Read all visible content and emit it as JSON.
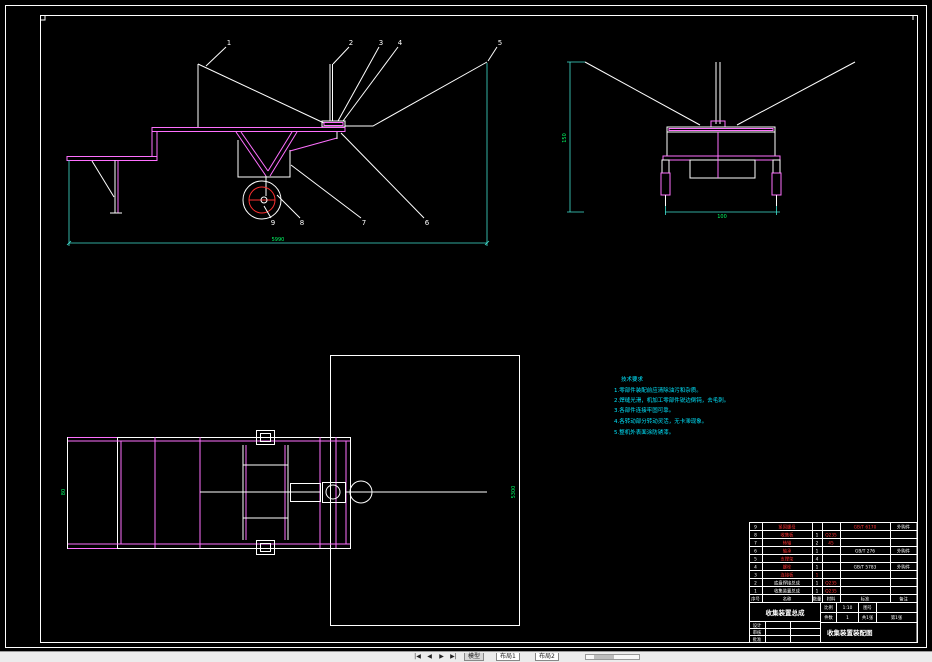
{
  "colors": {
    "background": "#000000",
    "frame": "#ffffff",
    "tube": "#ff70ff",
    "dimension": "#40e0d0",
    "dimension_text": "#00ff66",
    "callout_text": "#ffffff",
    "tech_text": "#00e6ff",
    "title_red": "#ff3030",
    "status_bar": "#ececec"
  },
  "side_view": {
    "callouts": [
      "1",
      "2",
      "3",
      "4",
      "5",
      "6",
      "7",
      "8",
      "9"
    ],
    "dimension_length": "5990"
  },
  "right_view": {
    "dimension_height": "150",
    "dimension_width": "100"
  },
  "top_view": {
    "dimension_width": "80",
    "dimension_length": "5300"
  },
  "tech_requirements": {
    "title": "技术要求",
    "items": [
      "1.零部件装配前应清除油污和杂质。",
      "2.焊缝光滑，机加工零部件锐边倒钝，去毛刺。",
      "3.各部件连接牢固可靠。",
      "4.各转动部分转动灵活，无卡滞现象。",
      "5.整机外表面涂防锈漆。"
    ]
  },
  "title_block": {
    "parts": [
      {
        "no": "9",
        "name": "紧固螺母",
        "qty": "",
        "material": "",
        "standard": "GB/T 6170",
        "remark": "外购件"
      },
      {
        "no": "8",
        "name": "收集板",
        "qty": "1",
        "material": "Q235",
        "standard": "",
        "remark": ""
      },
      {
        "no": "7",
        "name": "转轴",
        "qty": "2",
        "material": "45",
        "standard": "",
        "remark": ""
      },
      {
        "no": "6",
        "name": "轴承",
        "qty": "1",
        "material": "",
        "standard": "GB/T 276",
        "remark": "外购件"
      },
      {
        "no": "5",
        "name": "支撑架",
        "qty": "4",
        "material": "",
        "standard": "",
        "remark": ""
      },
      {
        "no": "4",
        "name": "螺栓",
        "qty": "1",
        "material": "",
        "standard": "GB/T 5783",
        "remark": "外购件"
      },
      {
        "no": "3",
        "name": "连接板",
        "qty": "1",
        "material": "",
        "standard": "",
        "remark": ""
      },
      {
        "no": "2",
        "name": "底盘焊接总成",
        "qty": "1",
        "material": "Q235",
        "standard": "",
        "remark": ""
      },
      {
        "no": "1",
        "name": "收集装置总成",
        "qty": "1",
        "material": "Q235",
        "standard": "",
        "remark": ""
      }
    ],
    "header": {
      "no": "序号",
      "name": "名称",
      "qty": "数量",
      "material": "材料",
      "standard": "标准",
      "remark": "备注"
    },
    "assembly_name": "收集装置总成",
    "drawing_name": "收集装置装配图",
    "info_row1": [
      "比例",
      "1:10",
      "图号",
      ""
    ],
    "info_row2": [
      "件数",
      "1",
      "共1张",
      "第1张"
    ],
    "sign_labels": [
      "设计",
      "审核",
      "批准"
    ]
  },
  "status_bar": {
    "nav": [
      "|◀",
      "◀",
      "▶",
      "▶|"
    ],
    "tabs": [
      "模型",
      "布局1",
      "布局2"
    ]
  }
}
